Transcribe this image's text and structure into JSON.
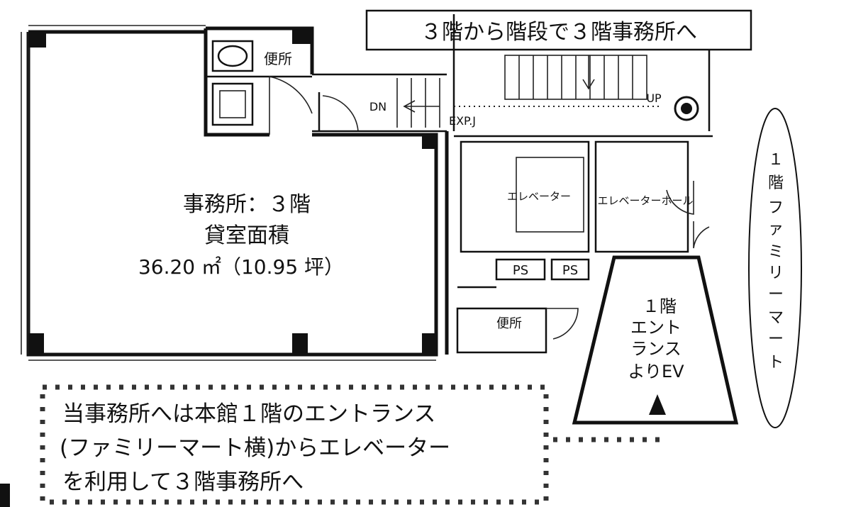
{
  "header_sign": "３階から階段で３階事務所へ",
  "office": {
    "title": "事務所：３階",
    "area_label": "貸室面積",
    "area_value": "36.20 ㎡（10.95 坪）"
  },
  "toilet_upper": "便所",
  "toilet_lower": "便所",
  "stairs": {
    "down": "DN",
    "up": "UP",
    "expansion_joint": "EXP.J"
  },
  "elevator": "エレベーター",
  "elevator_hall": "エレベーターホール",
  "ps_left": "PS",
  "ps_right": "PS",
  "entrance_box": [
    "１階",
    "エント",
    "ランス",
    "よりEV"
  ],
  "family_mart": [
    "１",
    "階",
    "フ",
    "ァ",
    "ミ",
    "リ",
    "ー",
    "マ",
    "ー",
    "ト"
  ],
  "note": [
    "当事務所へは本館１階のエントランス",
    "(ファミリーマート横)からエレベーター",
    "を利用して３階事務所へ"
  ]
}
